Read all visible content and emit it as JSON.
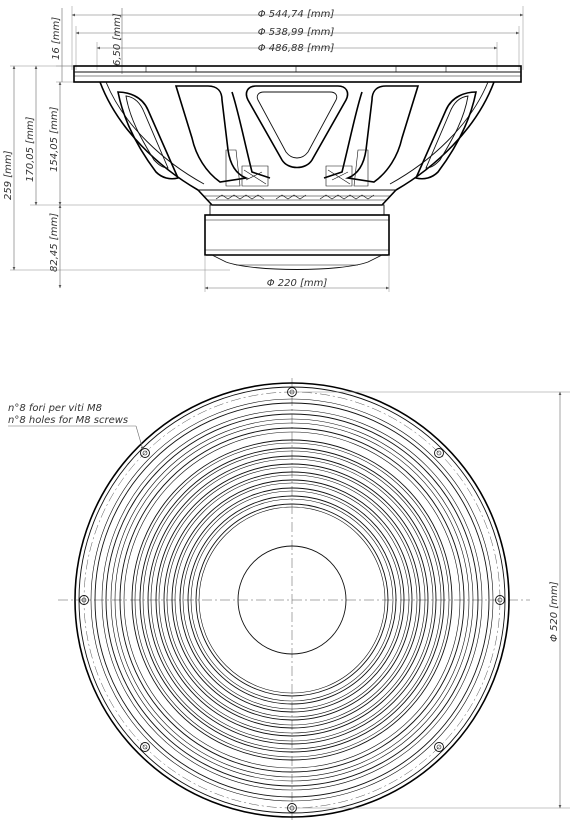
{
  "side_view": {
    "dimensions": {
      "outer_diameter": "Φ 544,74 [mm]",
      "flange_diameter": "Φ 538,99 [mm]",
      "inner_diameter": "Φ 486,88 [mm]",
      "flange_height": "16 [mm]",
      "flange_thickness": "6,50 [mm]",
      "total_depth": "259 [mm]",
      "basket_depth": "170,05 [mm]",
      "frame_depth": "154,05 [mm]",
      "magnet_depth": "82,45 [mm]",
      "magnet_diameter": "Φ 220 [mm]"
    }
  },
  "front_view": {
    "mounting_note_it": "n°8 fori per viti M8",
    "mounting_note_en": "n°8 holes for M8 screws",
    "bolt_circle_diameter": "Φ 520 [mm]",
    "hole_count": 8
  }
}
